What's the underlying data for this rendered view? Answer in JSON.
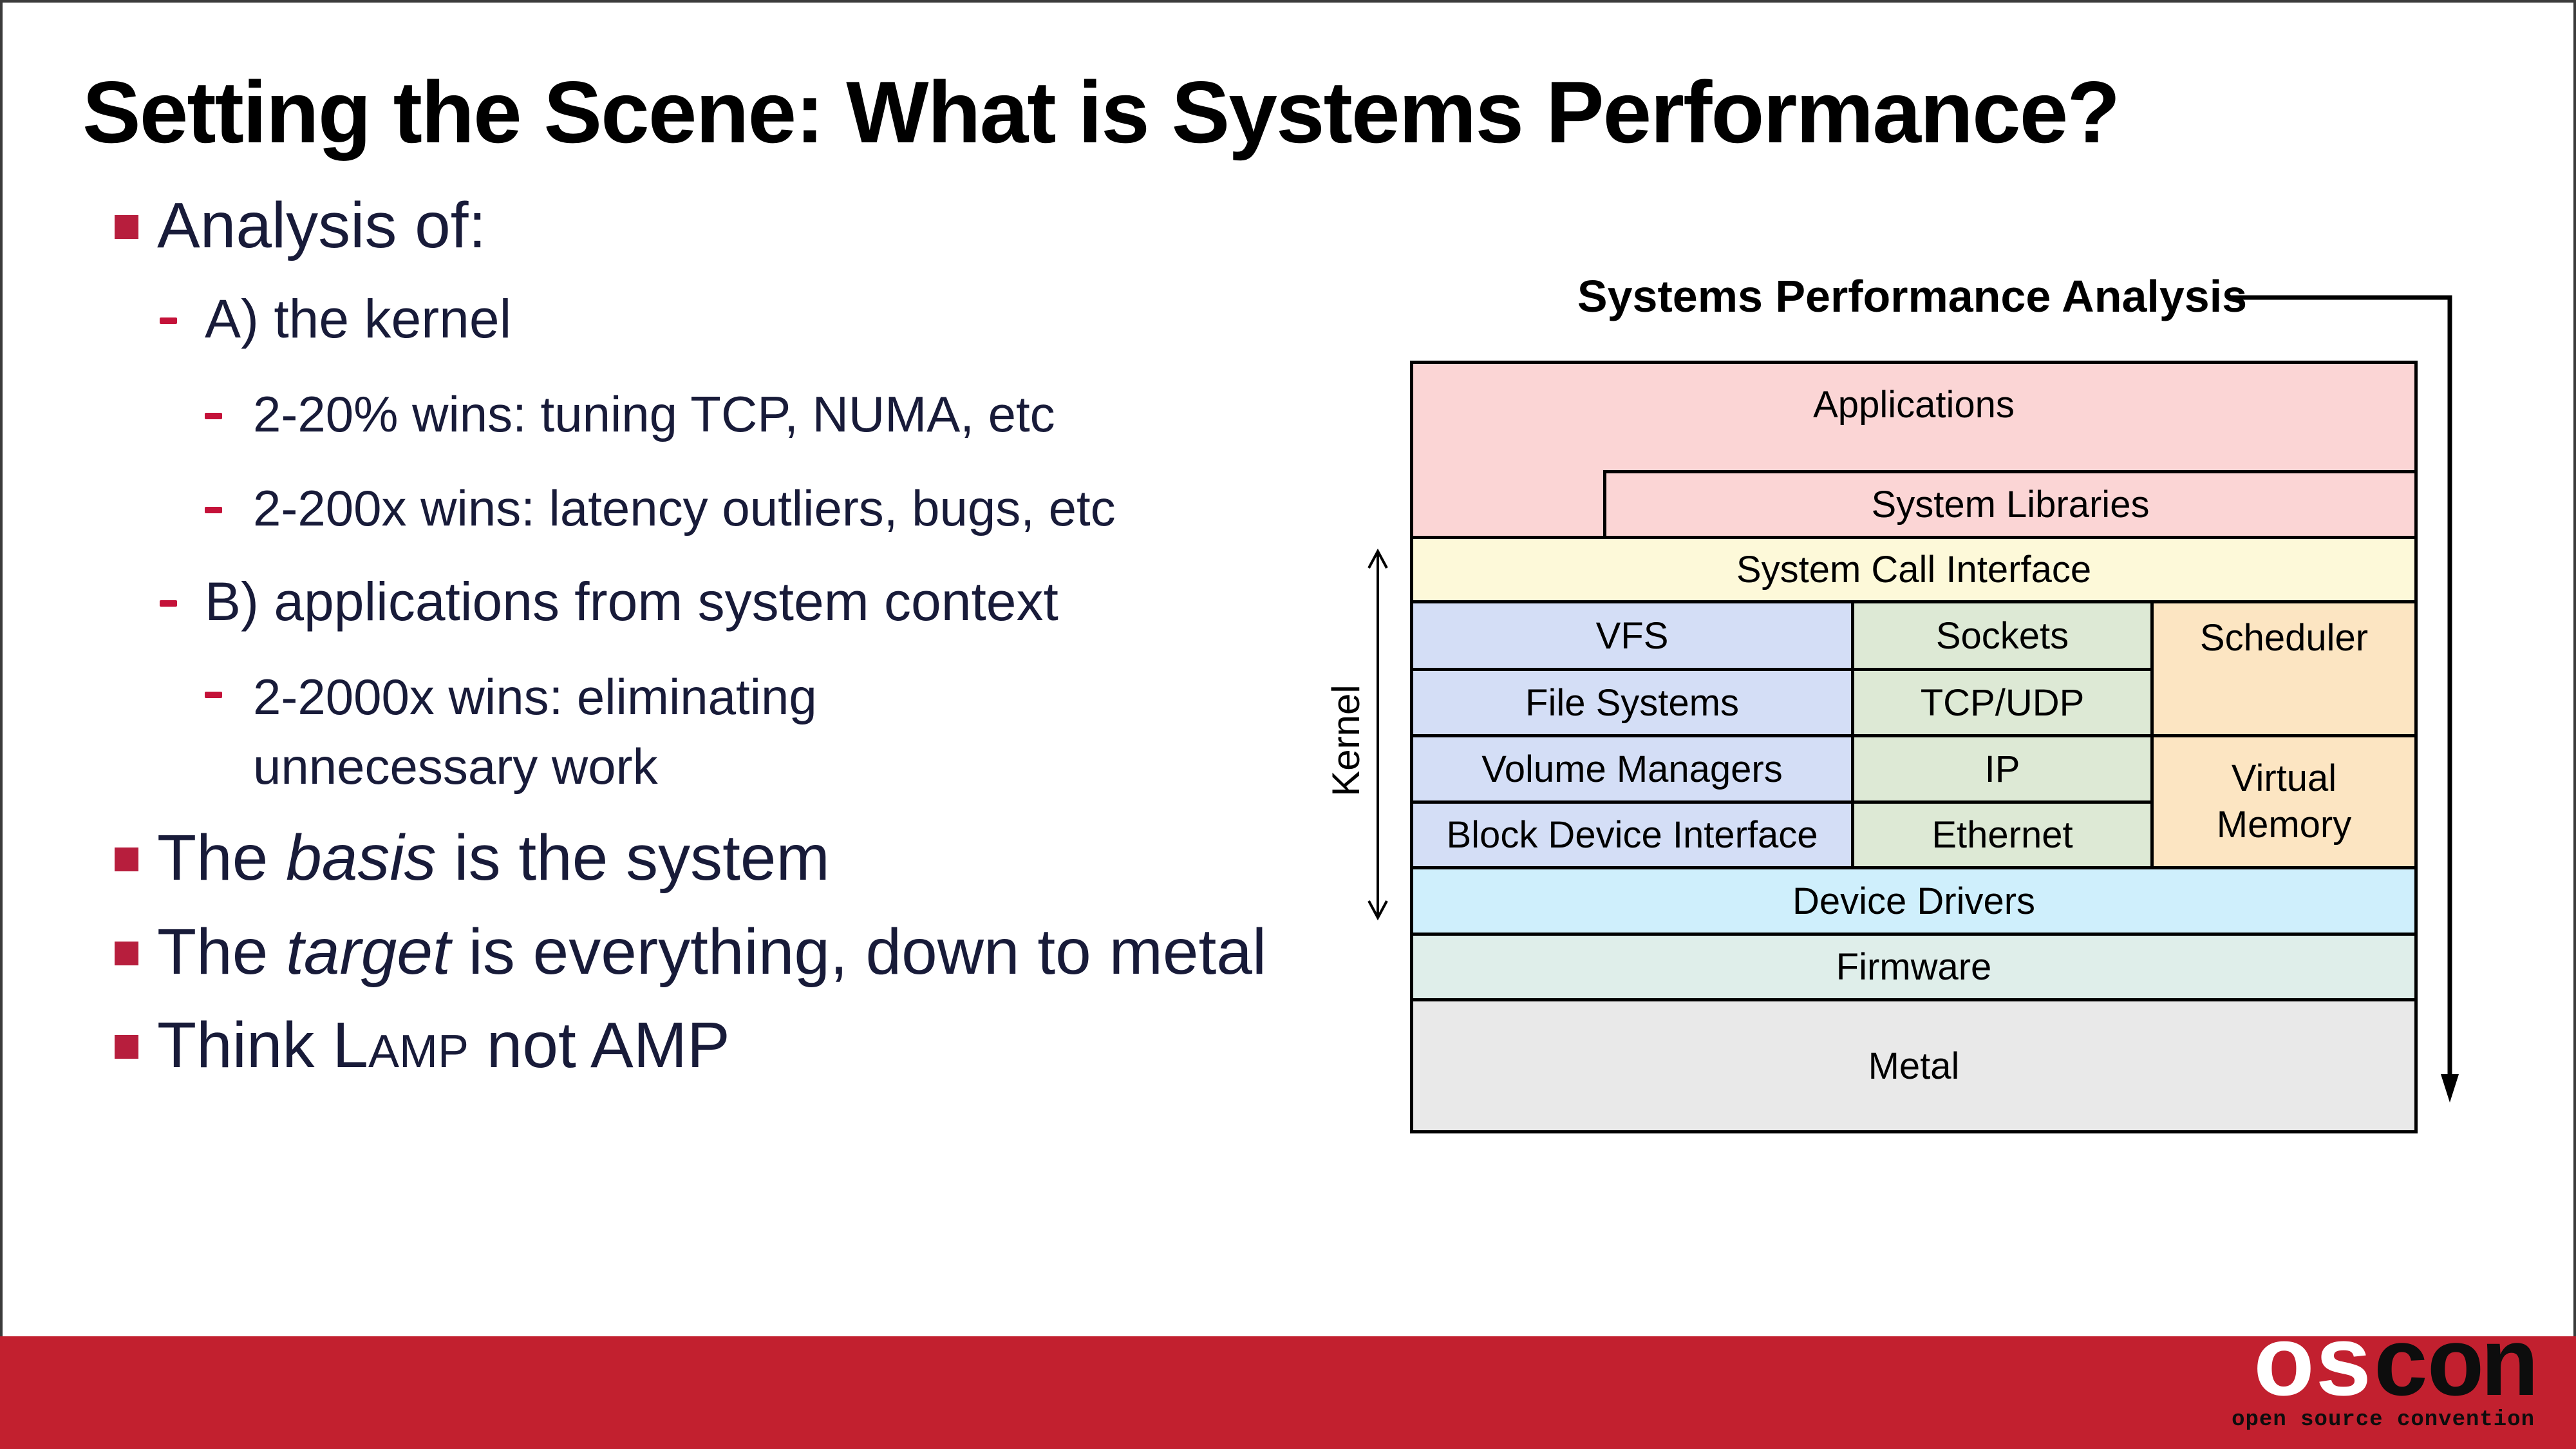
{
  "slide": {
    "title": "Setting the Scene: What is Systems Performance?",
    "bullets": [
      {
        "level": 1,
        "text": "Analysis of:"
      },
      {
        "level": 2,
        "text": "A) the kernel"
      },
      {
        "level": 3,
        "text": "2-20% wins: tuning TCP, NUMA, etc"
      },
      {
        "level": 3,
        "text": "2-200x wins: latency outliers, bugs, etc"
      },
      {
        "level": 2,
        "text": "B) applications from system context"
      },
      {
        "level": 3,
        "text": "2-2000x wins: eliminating unnecessary work"
      },
      {
        "level": 1,
        "pre": "The ",
        "em": "basis",
        "post": " is the system"
      },
      {
        "level": 1,
        "pre": "The ",
        "em": "target",
        "post": " is everything, down to metal"
      },
      {
        "level": 1,
        "pre": "Think L",
        "caps": "AMP",
        "post": " not AMP"
      }
    ],
    "diagram": {
      "title": "Systems Performance Analysis",
      "kernel_label": "Kernel",
      "boxes": {
        "applications": "Applications",
        "system_libraries": "System Libraries",
        "system_call_interface": "System Call Interface",
        "vfs": "VFS",
        "sockets": "Sockets",
        "scheduler": "Scheduler",
        "file_systems": "File Systems",
        "tcp_udp": "TCP/UDP",
        "volume_managers": "Volume Managers",
        "ip": "IP",
        "virtual_memory": "Virtual Memory",
        "block_device_interface": "Block Device Interface",
        "ethernet": "Ethernet",
        "device_drivers": "Device Drivers",
        "firmware": "Firmware",
        "metal": "Metal"
      }
    },
    "footer": {
      "logo_os": "os",
      "logo_con": "con",
      "logo_subtitle": "open source convention"
    },
    "colors": {
      "bullet_square": "#b71e3d",
      "bullet_dash": "#c41239",
      "list_text": "#181b39",
      "footer_bar": "#c2202f",
      "box_pink": "#fbd5d5",
      "box_yellow": "#fdf9d9",
      "box_blue": "#d4def6",
      "box_green": "#dde9d5",
      "box_orange": "#fce5c2",
      "box_cyan": "#cfeffc",
      "box_teal": "#dfeeea",
      "box_gray": "#e9e9e9"
    }
  }
}
